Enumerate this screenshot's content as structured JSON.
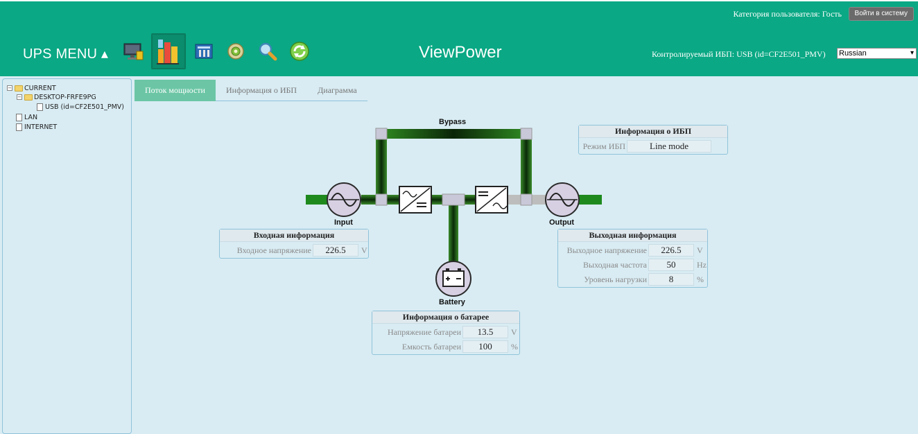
{
  "header": {
    "user_category": "Категория пользователя: Гость",
    "login_button": "Войти в систему",
    "menu_label": "UPS MENU ▴",
    "brand": "ViewPower",
    "monitored_ups": "Контролируемый ИБП: USB (id=CF2E501_PMV)",
    "language": "Russian",
    "toolbar_icons": [
      "monitor-icon",
      "chart-icon",
      "tools-icon",
      "settings-icon",
      "search-icon",
      "refresh-icon"
    ]
  },
  "tree": {
    "root": "CURRENT",
    "host": "DESKTOP-FRFE9PG",
    "device": "USB (id=CF2E501_PMV)",
    "lan": "LAN",
    "internet": "INTERNET"
  },
  "tabs": [
    "Поток мощности",
    "Информация о ИБП",
    "Диаграмма"
  ],
  "diagram": {
    "bypass": "Bypass",
    "input": "Input",
    "output": "Output",
    "battery": "Battery"
  },
  "ups_info": {
    "title": "Информация о ИБП",
    "mode_label": "Режим ИБП",
    "mode_value": "Line mode"
  },
  "input_info": {
    "title": "Входная информация",
    "voltage_label": "Входное напряжение",
    "voltage_value": "226.5",
    "voltage_unit": "V"
  },
  "output_info": {
    "title": "Выходная информация",
    "voltage_label": "Выходное напряжение",
    "voltage_value": "226.5",
    "voltage_unit": "V",
    "freq_label": "Выходная частота",
    "freq_value": "50",
    "freq_unit": "Hz",
    "load_label": "Уровень нагрузки",
    "load_value": "8",
    "load_unit": "%"
  },
  "battery_info": {
    "title": "Информация о батарее",
    "voltage_label": "Напряжение батареи",
    "voltage_value": "13.5",
    "voltage_unit": "V",
    "capacity_label": "Емкость батареи",
    "capacity_value": "100",
    "capacity_unit": "%"
  }
}
